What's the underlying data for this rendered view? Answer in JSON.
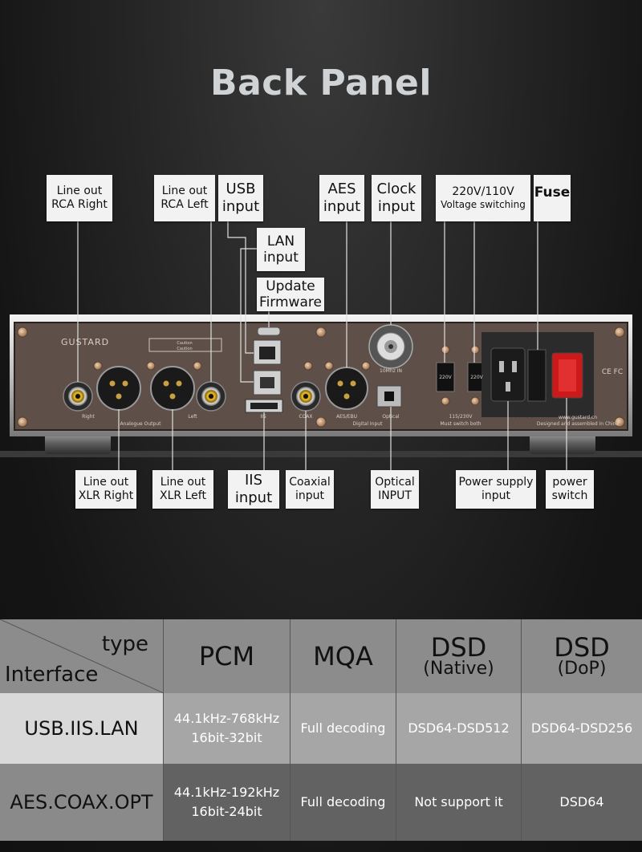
{
  "title": "Back Panel",
  "callouts": {
    "rca_right": [
      "Line out",
      "RCA Right"
    ],
    "rca_left": [
      "Line out",
      "RCA Left"
    ],
    "usb": [
      "USB",
      "input"
    ],
    "lan": [
      "LAN",
      "input"
    ],
    "firmware": [
      "Update",
      "Firmware"
    ],
    "aes": [
      "AES",
      "input"
    ],
    "clock": [
      "Clock",
      "input"
    ],
    "voltage": [
      "220V/110V",
      "Voltage switching"
    ],
    "fuse": "Fuse",
    "xlr_right": [
      "Line out",
      "XLR Right"
    ],
    "xlr_left": [
      "Line out",
      "XLR Left"
    ],
    "iis": [
      "IIS",
      "input"
    ],
    "coaxial": [
      "Coaxial",
      "input"
    ],
    "optical": [
      "Optical",
      "INPUT"
    ],
    "power_supply": [
      "Power supply",
      "input"
    ],
    "power_switch": [
      "power",
      "switch"
    ]
  },
  "panel": {
    "brand": "GUSTARD",
    "caution": "Caution",
    "right": "Right",
    "left": "Left",
    "analogue_output": "Analogue Output",
    "iis": "IIS",
    "coax": "COAX",
    "aes_ebu": "AES/EBU",
    "optical": "Optical",
    "digital_input": "Digital Input",
    "clock_in": "10Mhz IN",
    "volt1": "220V",
    "volt2": "220V",
    "voltage_note_1": "115/230V",
    "voltage_note_2": "Must switch both",
    "website": "www.gustard.cn",
    "made": "Designed and assembled in China",
    "cert": "CE FC"
  },
  "table": {
    "corner_type": "type",
    "corner_interface": "Interface",
    "columns": [
      {
        "main": "PCM",
        "sub": ""
      },
      {
        "main": "MQA",
        "sub": ""
      },
      {
        "main": "DSD",
        "sub": "(Native)"
      },
      {
        "main": "DSD",
        "sub": "(DoP)"
      }
    ],
    "rows": [
      {
        "interface": "USB.IIS.LAN",
        "pcm": [
          "44.1kHz-768kHz",
          "16bit-32bit"
        ],
        "mqa": "Full decoding",
        "dsd_native": "DSD64-DSD512",
        "dsd_dop": "DSD64-DSD256"
      },
      {
        "interface": "AES.COAX.OPT",
        "pcm": [
          "44.1kHz-192kHz",
          "16bit-24bit"
        ],
        "mqa": "Full decoding",
        "dsd_native": "Not support it",
        "dsd_dop": "DSD64"
      }
    ]
  }
}
